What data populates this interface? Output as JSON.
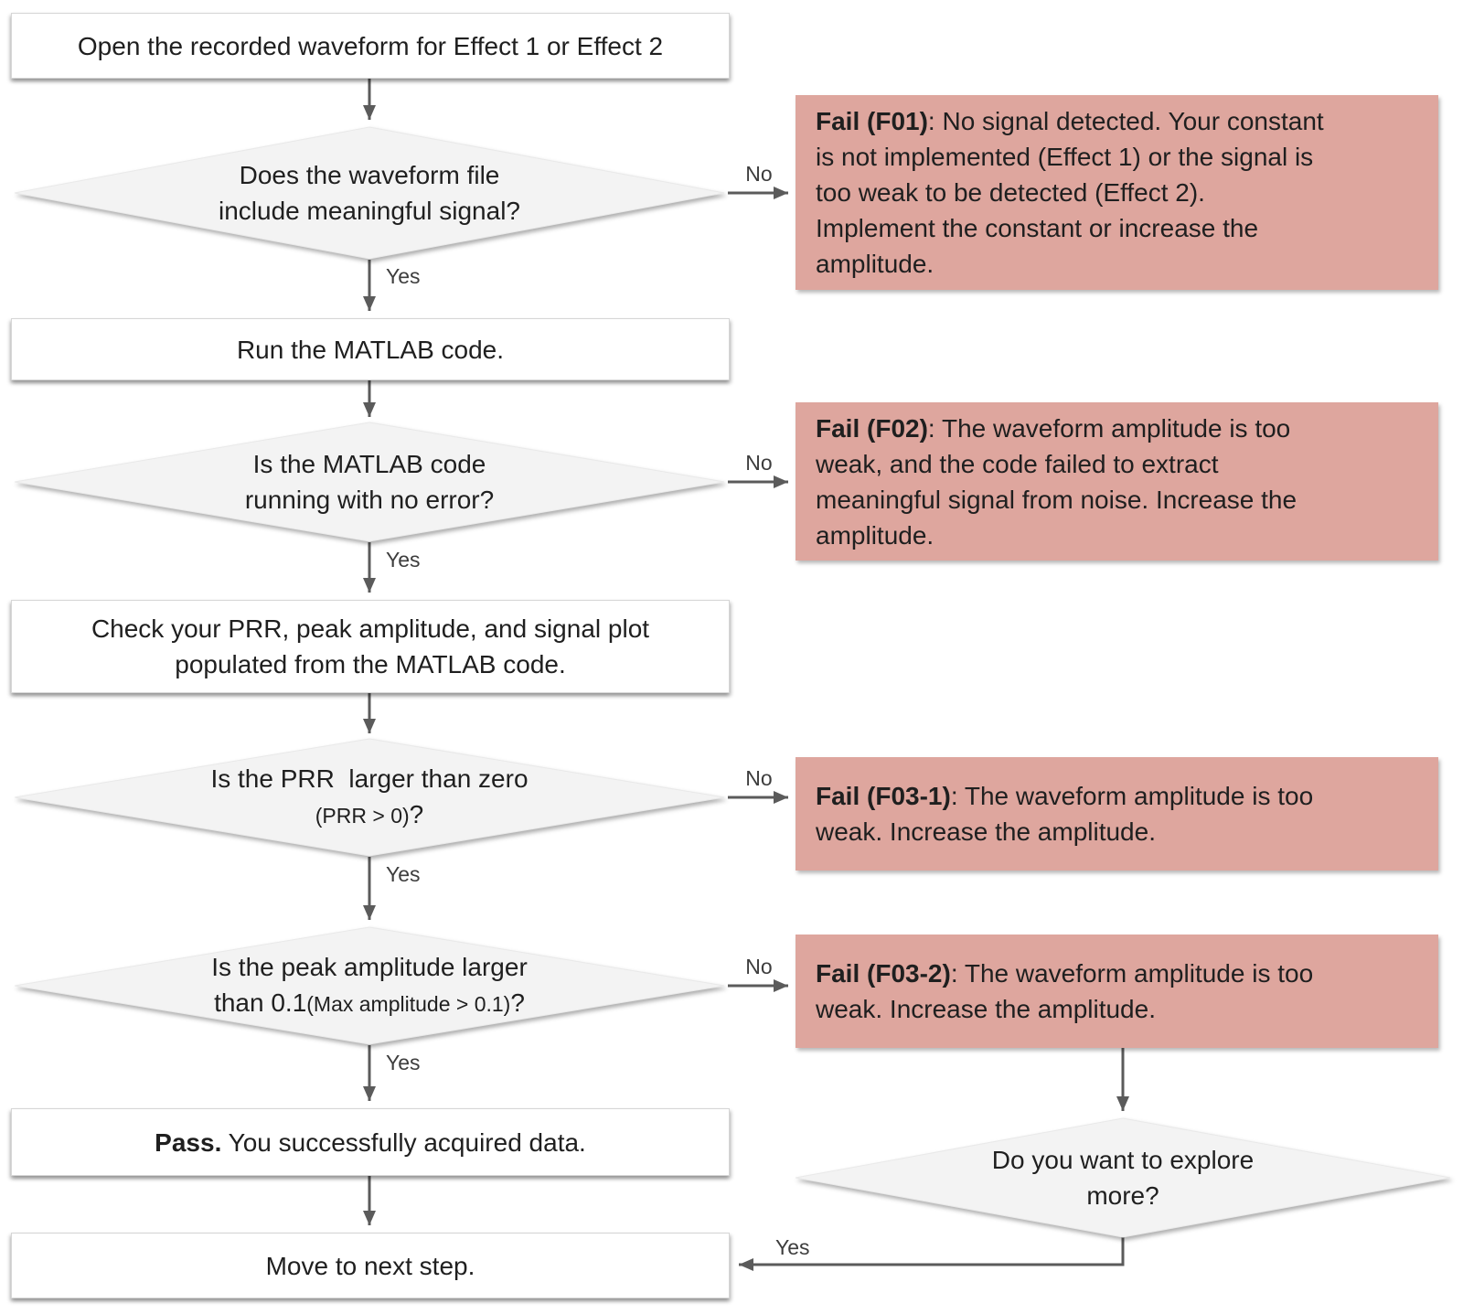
{
  "flow": {
    "edge_labels": {
      "yes": "Yes",
      "no": "No"
    },
    "steps": {
      "open": "Open the recorded waveform for Effect 1 or Effect 2",
      "run": "Run the MATLAB code.",
      "check": {
        "line1": "Check your PRR, peak amplitude, and signal plot",
        "line2": "populated from the MATLAB code."
      },
      "pass_label": "Pass.",
      "pass_text": " You successfully acquired data.",
      "move": "Move to next step."
    },
    "decisions": {
      "signal": {
        "line1": "Does the waveform file",
        "line2": "include meaningful signal?"
      },
      "matlab": {
        "line1": "Is the MATLAB code",
        "line2": "running with no error?"
      },
      "prr": {
        "line1": "Is the PRR  larger than zero",
        "line2_small": "(PRR > 0)",
        "line2_tail": "?"
      },
      "amplitude": {
        "line1": "Is the peak amplitude larger",
        "line2_main": "than 0.1",
        "line2_small": "(Max amplitude > 0.1)",
        "line2_tail": "?"
      },
      "explore": {
        "line1": "Do you want to explore",
        "line2": "more?"
      }
    },
    "fails": {
      "f01": {
        "label": "Fail (F01)",
        "lines": [
          ": No signal detected. Your constant",
          "is not implemented (Effect 1) or the signal is",
          "too weak to be detected (Effect 2).",
          "Implement the constant or increase the",
          "amplitude."
        ]
      },
      "f02": {
        "label": "Fail (F02)",
        "lines": [
          ": The waveform amplitude is too",
          "weak, and the code failed to extract",
          "meaningful signal from noise. Increase the",
          "amplitude."
        ]
      },
      "f03_1": {
        "label": "Fail (F03-1)",
        "lines": [
          ": The waveform amplitude is too",
          "weak. Increase the amplitude."
        ]
      },
      "f03_2": {
        "label": "Fail (F03-2)",
        "lines": [
          ": The waveform amplitude is too",
          "weak. Increase the amplitude."
        ]
      }
    },
    "colors": {
      "fail_bg": "#dea69e",
      "diamond_bg": "#f3f3f3",
      "box_bg": "#ffffff",
      "arrow": "#5b5b5b"
    }
  }
}
